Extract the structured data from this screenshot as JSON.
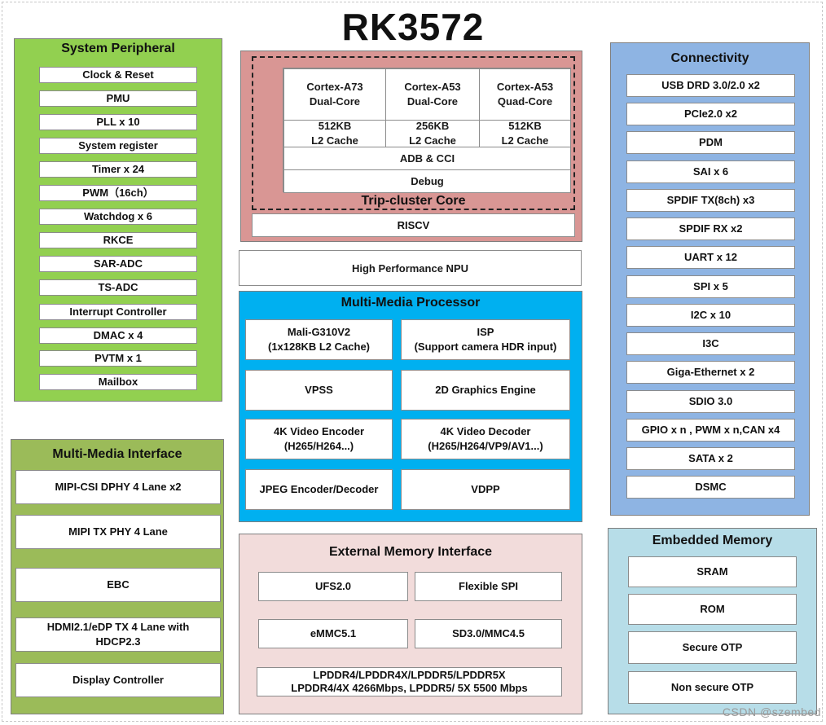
{
  "title": "RK3572",
  "system_peripheral": {
    "title": "System Peripheral",
    "items": [
      "Clock & Reset",
      "PMU",
      "PLL x 10",
      "System register",
      "Timer x 24",
      "PWM（16ch）",
      "Watchdog x 6",
      "RKCE",
      "SAR-ADC",
      "TS-ADC",
      "Interrupt Controller",
      "DMAC x 4",
      "PVTM x 1",
      "Mailbox"
    ]
  },
  "multimedia_interface": {
    "title": "Multi-Media Interface",
    "items": [
      "MIPI-CSI DPHY 4 Lane x2",
      "MIPI TX PHY 4 Lane",
      "EBC",
      "HDMI2.1/eDP  TX 4 Lane with\nHDCP2.3",
      "Display Controller"
    ]
  },
  "core": {
    "cluster_label": "Trip-cluster Core",
    "cpu1": "Cortex-A73\nDual-Core",
    "cpu2": "Cortex-A53\nDual-Core",
    "cpu3": "Cortex-A53\nQuad-Core",
    "cache1": "512KB\nL2 Cache",
    "cache2": "256KB\nL2 Cache",
    "cache3": "512KB\nL2 Cache",
    "adb": "ADB & CCI",
    "debug": "Debug",
    "riscv": "RISCV"
  },
  "npu": "High Performance NPU",
  "multimedia_processor": {
    "title": "Multi-Media Processor",
    "gpu": "Mali-G310V2\n(1x128KB L2 Cache)",
    "isp": "ISP\n(Support camera HDR input)",
    "vpss": "VPSS",
    "g2d": "2D Graphics Engine",
    "venc": "4K Video Encoder\n(H265/H264...)",
    "vdec": "4K Video Decoder\n(H265/H264/VP9/AV1...)",
    "jpeg": "JPEG Encoder/Decoder",
    "vdpp": "VDPP"
  },
  "external_memory": {
    "title": "External Memory Interface",
    "ufs": "UFS2.0",
    "spi": "Flexible SPI",
    "emmc": "eMMC5.1",
    "sd": "SD3.0/MMC4.5",
    "lpddr": "LPDDR4/LPDDR4X/LPDDR5/LPDDR5X\nLPDDR4/4X 4266Mbps, LPDDR5/ 5X 5500 Mbps"
  },
  "connectivity": {
    "title": "Connectivity",
    "items": [
      "USB DRD 3.0/2.0 x2",
      "PCIe2.0 x2",
      "PDM",
      "SAI x 6",
      "SPDIF TX(8ch) x3",
      "SPDIF RX x2",
      "UART x 12",
      "SPI x 5",
      "I2C x 10",
      "I3C",
      "Giga-Ethernet x 2",
      "SDIO 3.0",
      "GPIO x n , PWM x n,CAN x4",
      "SATA x 2",
      "DSMC"
    ]
  },
  "embedded_memory": {
    "title": "Embedded Memory",
    "items": [
      "SRAM",
      "ROM",
      "Secure OTP",
      "Non secure OTP"
    ]
  },
  "watermark": "CSDN @szembed"
}
